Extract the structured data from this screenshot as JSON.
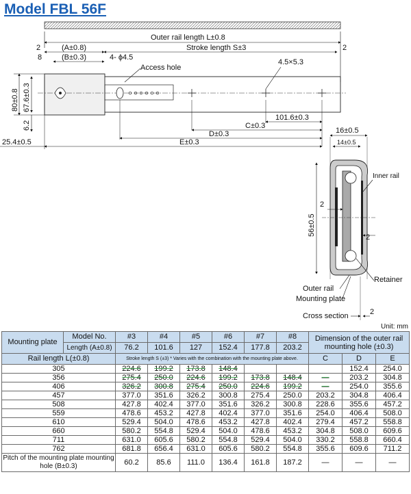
{
  "title": "Model FBL 56F",
  "drawing": {
    "outer_rail_length": "Outer rail length L±0.8",
    "a_label": "(A±0.8)",
    "b_label": "(B±0.3)",
    "stroke": "Stroke length S±3",
    "holes": "4-  ϕ4.5",
    "access_hole": "Access hole",
    "slot": "4.5×5.3",
    "dim_2a": "2",
    "dim_8": "8",
    "dim_2b": "2",
    "dim_80": "80±0.8",
    "dim_67": "67.6±0.3",
    "dim_62": "6.2",
    "dim_254": "25.4±0.5",
    "dim_1016": "101.6±0.3",
    "dim_c": "C±0.3",
    "dim_d": "D±0.3",
    "dim_e": "E±0.3",
    "dim_16": "16±0.5",
    "dim_14": "14±0.5",
    "inner_rail": "Inner rail",
    "dim_2c": "2",
    "dim_2d": "2",
    "dim_56": "56±0.5",
    "outer_rail": "Outer rail",
    "retainer": "Retainer",
    "mounting_plate": "Mounting plate",
    "cross_section": "Cross section",
    "dim_2e": "2"
  },
  "unit": "Unit: mm",
  "table": {
    "mounting_plate": "Mounting plate",
    "model_no": "Model No.",
    "length_a": "Length (A±0.8)",
    "models": [
      "#3",
      "#4",
      "#5",
      "#6",
      "#7",
      "#8"
    ],
    "lengths": [
      "76.2",
      "101.6",
      "127",
      "152.4",
      "177.8",
      "203.2"
    ],
    "dimension_header": "Dimension of the outer rail mounting hole (±0.3)",
    "rail_length": "Rail length L(±0.8)",
    "stroke_note": "Stroke length S (±3) * Varies with the combination with the mounting plate above.",
    "cde": [
      "C",
      "D",
      "E"
    ],
    "rows": [
      [
        "305",
        "224.6",
        "199.2",
        "173.8",
        "148.4",
        "",
        "",
        "",
        "152.4",
        "254.0"
      ],
      [
        "356",
        "275.4",
        "250.0",
        "224.6",
        "199.2",
        "173.8",
        "148.4",
        "—",
        "203.2",
        "304.8"
      ],
      [
        "406",
        "326.2",
        "300.8",
        "275.4",
        "250.0",
        "224.6",
        "199.2",
        "—",
        "254.0",
        "355.6"
      ],
      [
        "457",
        "377.0",
        "351.6",
        "326.2",
        "300.8",
        "275.4",
        "250.0",
        "203.2",
        "304.8",
        "406.4"
      ],
      [
        "508",
        "427.8",
        "402.4",
        "377.0",
        "351.6",
        "326.2",
        "300.8",
        "228.6",
        "355.6",
        "457.2"
      ],
      [
        "559",
        "478.6",
        "453.2",
        "427.8",
        "402.4",
        "377.0",
        "351.6",
        "254.0",
        "406.4",
        "508.0"
      ],
      [
        "610",
        "529.4",
        "504.0",
        "478.6",
        "453.2",
        "427.8",
        "402.4",
        "279.4",
        "457.2",
        "558.8"
      ],
      [
        "660",
        "580.2",
        "554.8",
        "529.4",
        "504.0",
        "478.6",
        "453.2",
        "304.8",
        "508.0",
        "609.6"
      ],
      [
        "711",
        "631.0",
        "605.6",
        "580.2",
        "554.8",
        "529.4",
        "504.0",
        "330.2",
        "558.8",
        "660.4"
      ],
      [
        "762",
        "681.8",
        "656.4",
        "631.0",
        "605.6",
        "580.2",
        "554.8",
        "355.6",
        "609.6",
        "711.2"
      ]
    ],
    "pitch_label": "Pitch of the mounting plate mounting hole (B±0.3)",
    "pitch": [
      "60.2",
      "85.6",
      "111.0",
      "136.4",
      "161.8",
      "187.2",
      "—",
      "—",
      "—"
    ]
  }
}
